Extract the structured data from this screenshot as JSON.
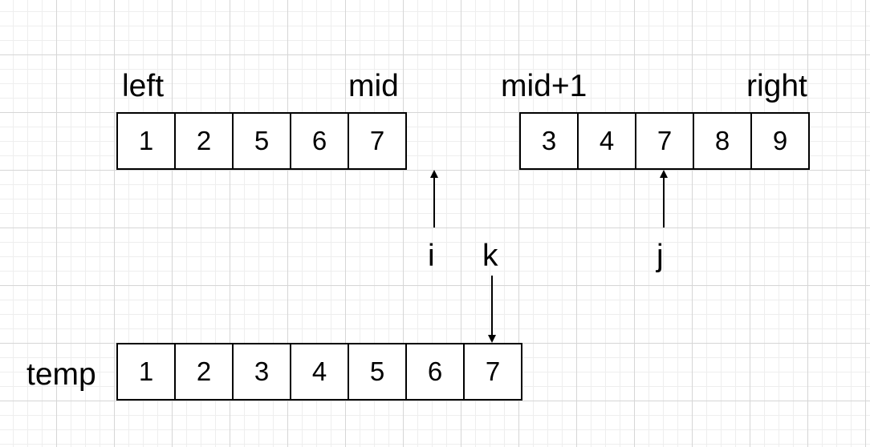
{
  "labels": {
    "left": "left",
    "mid": "mid",
    "mid_plus_1": "mid+1",
    "right": "right",
    "i": "i",
    "k": "k",
    "j": "j",
    "temp": "temp"
  },
  "left_array": [
    "1",
    "2",
    "5",
    "6",
    "7"
  ],
  "right_array": [
    "3",
    "4",
    "7",
    "8",
    "9"
  ],
  "temp_array": [
    "1",
    "2",
    "3",
    "4",
    "5",
    "6",
    "7"
  ]
}
